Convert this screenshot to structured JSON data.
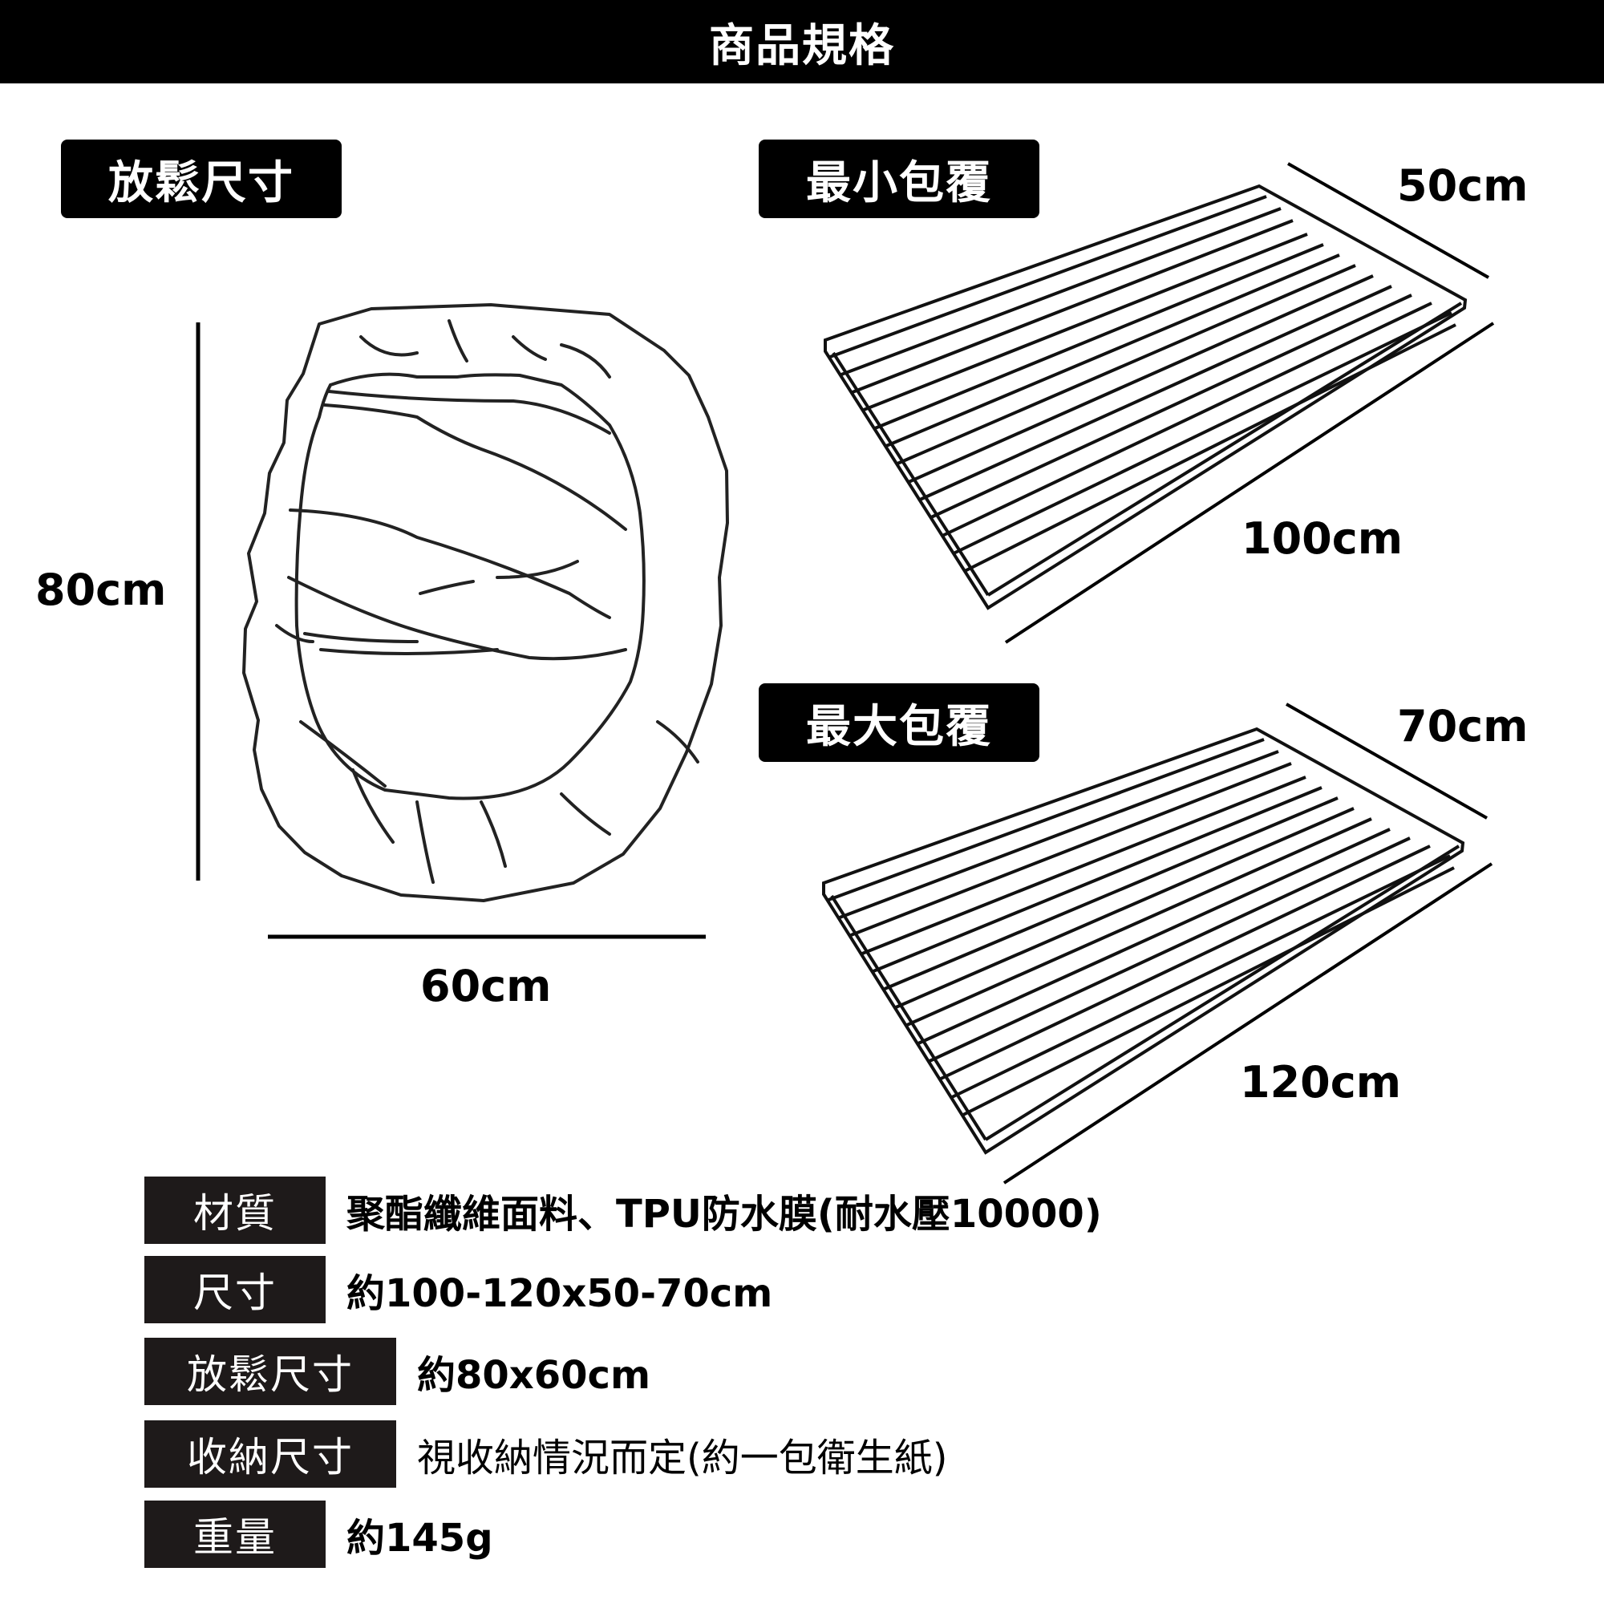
{
  "header": {
    "title": "商品規格"
  },
  "diagrams": {
    "relaxed": {
      "tag": "放鬆尺寸",
      "height_label": "80cm",
      "width_label": "60cm"
    },
    "min_cover": {
      "tag": "最小包覆",
      "width_label": "50cm",
      "length_label": "100cm"
    },
    "max_cover": {
      "tag": "最大包覆",
      "width_label": "70cm",
      "length_label": "120cm"
    }
  },
  "specs": [
    {
      "label": "材質",
      "value": "聚酯纖維面料、TPU防水膜(耐水壓10000)"
    },
    {
      "label": "尺寸",
      "value": "約100-120x50-70cm"
    },
    {
      "label": "放鬆尺寸",
      "value": "約80x60cm"
    },
    {
      "label": "收納尺寸",
      "value": "視收納情況而定(約一包衛生紙)"
    },
    {
      "label": "重量",
      "value": "約145g"
    }
  ],
  "colors": {
    "header_bg": "#000000",
    "tag_bg": "#000000",
    "spec_label_bg": "#1e1a1a",
    "text": "#000000",
    "text_inverse": "#ffffff"
  }
}
